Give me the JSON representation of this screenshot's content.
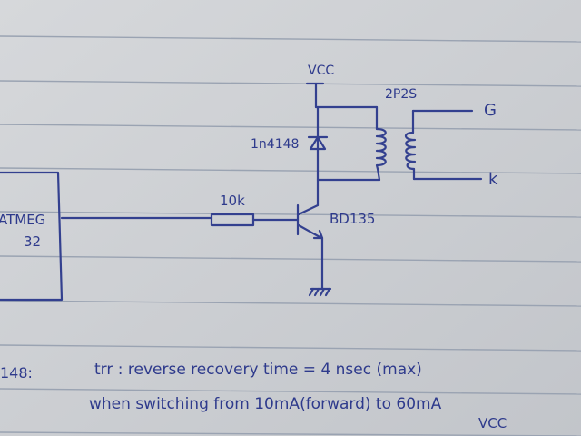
{
  "labels": {
    "vcc_top": "VCC",
    "relay": "2P2S",
    "contact_g": "G",
    "contact_k": "k",
    "diode": "1n4148",
    "mcu_line1": "ATMEG",
    "mcu_line2": "32",
    "resistor": "10k",
    "transistor": "BD135"
  },
  "notes": {
    "diode_ref": "148:",
    "line1": "trr : reverse recovery time = 4 nsec (max)",
    "line2": "when switching from 10mA(forward) to 60mA",
    "vcc_bottom": "VCC"
  },
  "colors": {
    "ink": "#2e3a8c",
    "paper": "#cfd2d6",
    "rules": "#9aa3b2"
  }
}
